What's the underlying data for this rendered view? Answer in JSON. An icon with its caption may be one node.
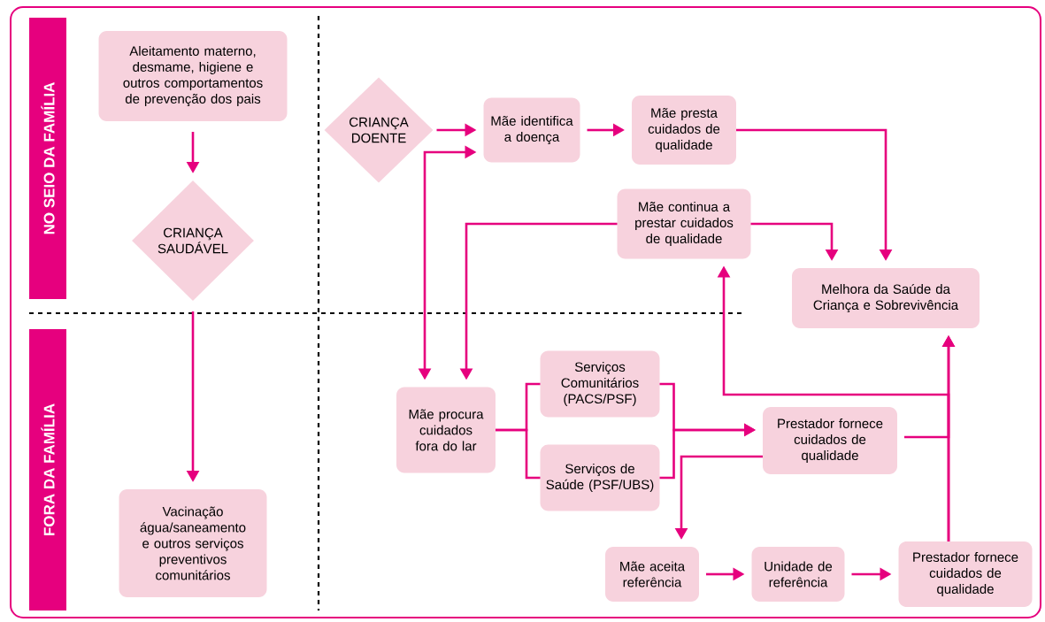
{
  "diagram": {
    "nodes": [
      {
        "text": [
          "NO SEIO DA FAMÍLIA"
        ]
      },
      {
        "text": [
          "FORA DA FAMÍLIA"
        ]
      },
      {
        "text": [
          "Aleitamento materno, desmame, higiene e outros comportamentos de prevenção dos pais"
        ]
      },
      {
        "text": [
          "CRIANÇA SAUDÁVEL"
        ]
      },
      {
        "text": [
          "Vacinação água/saneamento e outros serviços preventivos comunitários"
        ]
      },
      {
        "text": [
          "CRIANÇA DOENTE"
        ]
      },
      {
        "text": [
          "Mãe identifica a doença"
        ]
      },
      {
        "text": [
          "Mãe presta cuidados de qualidade"
        ]
      },
      {
        "text": [
          "Mãe continua a prestar cuidados de qualidade"
        ]
      },
      {
        "text": [
          "Melhora da Saúde da Criança e Sobrevivência"
        ]
      },
      {
        "text": [
          "Mãe procura cuidados fora do lar"
        ]
      },
      {
        "text": [
          "Serviços Comunitários (PACS/PSF)"
        ]
      },
      {
        "text": [
          "Serviços de Saúde (PSF/UBS)"
        ]
      },
      {
        "text": [
          "Prestador fornece cuidados de qualidade"
        ]
      },
      {
        "text": [
          "Mãe aceita referência"
        ]
      },
      {
        "text": [
          "Unidade de referência"
        ]
      },
      {
        "text": [
          "Prestador fornece cuidados de qualidade"
        ]
      }
    ],
    "edges": [
      {
        "from": 2,
        "to": 3,
        "arrow": "to"
      },
      {
        "from": 3,
        "to": 4,
        "arrow": "to"
      },
      {
        "from": 5,
        "to": 6,
        "arrow": "to"
      },
      {
        "from": 6,
        "to": 7,
        "arrow": "to"
      },
      {
        "from": 7,
        "to": 9,
        "arrow": "to"
      },
      {
        "from": 8,
        "to": 9,
        "arrow": "to"
      },
      {
        "from": 8,
        "to": 10,
        "arrow": "to"
      },
      {
        "from": 10,
        "to": 6,
        "arrow": "both"
      },
      {
        "from": 10,
        "to": 11,
        "arrow": "none"
      },
      {
        "from": 10,
        "to": 12,
        "arrow": "none"
      },
      {
        "from": 11,
        "to": 13,
        "arrow": "to"
      },
      {
        "from": 12,
        "to": 13,
        "arrow": "to"
      },
      {
        "from": 13,
        "to": 9,
        "arrow": "to"
      },
      {
        "from": 16,
        "to": 9,
        "arrow": "to"
      },
      {
        "from": 16,
        "to": 8,
        "arrow": "to"
      },
      {
        "from": 13,
        "to": 14,
        "arrow": "to"
      },
      {
        "from": 14,
        "to": 15,
        "arrow": "to"
      },
      {
        "from": 15,
        "to": 16,
        "arrow": "to"
      }
    ]
  }
}
